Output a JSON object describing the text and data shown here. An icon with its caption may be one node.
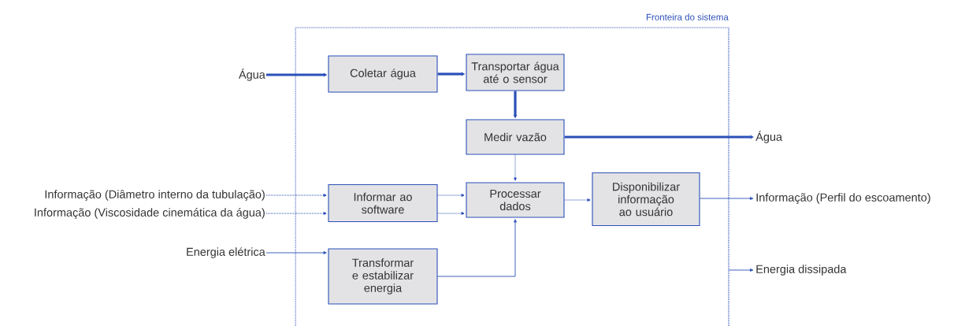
{
  "diagram": {
    "nodes": [
      {
        "text": [
          "Fronteira do sistema"
        ]
      },
      {
        "text": [
          "Água"
        ]
      },
      {
        "text": [
          "Coletar água"
        ],
        "in": 0
      },
      {
        "text": [
          "Transportar água até o sensor"
        ],
        "in": 0
      },
      {
        "text": [
          "Medir vazão"
        ],
        "in": 0
      },
      {
        "text": [
          "Informação (Diâmetro interno da tubulação)"
        ]
      },
      {
        "text": [
          "Informação (Viscosidade cinemática da água)"
        ]
      },
      {
        "text": [
          "Informar ao software"
        ],
        "in": 0
      },
      {
        "text": [
          "Processar dados"
        ],
        "in": 0
      },
      {
        "text": [
          "Energia elétrica"
        ]
      },
      {
        "text": [
          "Transformar e estabilizar energia"
        ],
        "in": 0
      },
      {
        "text": [
          "Disponibilizar informação ao usuário"
        ],
        "in": 0
      },
      {
        "text": [
          "Água"
        ]
      },
      {
        "text": [
          "Informação (Perfil do escoamento)"
        ]
      },
      {
        "text": [
          "Energia dissipada"
        ]
      }
    ],
    "edges": [
      {
        "from": 1,
        "to": 2,
        "arrow": "to",
        "style": "thick"
      },
      {
        "from": 2,
        "to": 3,
        "arrow": "to",
        "style": "thick"
      },
      {
        "from": 3,
        "to": 4,
        "arrow": "to",
        "style": "thick"
      },
      {
        "from": 4,
        "to": 12,
        "arrow": "to",
        "style": "thick"
      },
      {
        "from": 5,
        "to": 7,
        "arrow": "to",
        "style": "dashed"
      },
      {
        "from": 6,
        "to": 7,
        "arrow": "to",
        "style": "dashed"
      },
      {
        "from": 7,
        "to": 8,
        "arrow": "to",
        "style": "dashed"
      },
      {
        "from": 7,
        "to": 8,
        "arrow": "to",
        "style": "dashed"
      },
      {
        "from": 4,
        "to": 8,
        "arrow": "to",
        "style": "dashed"
      },
      {
        "from": 9,
        "to": 10,
        "arrow": "to"
      },
      {
        "from": 10,
        "to": 8,
        "arrow": "to"
      },
      {
        "from": 8,
        "to": 11,
        "arrow": "to",
        "style": "dashed"
      },
      {
        "from": 11,
        "to": 13,
        "arrow": "to"
      },
      {
        "from": 0,
        "to": 14,
        "arrow": "to"
      }
    ]
  }
}
